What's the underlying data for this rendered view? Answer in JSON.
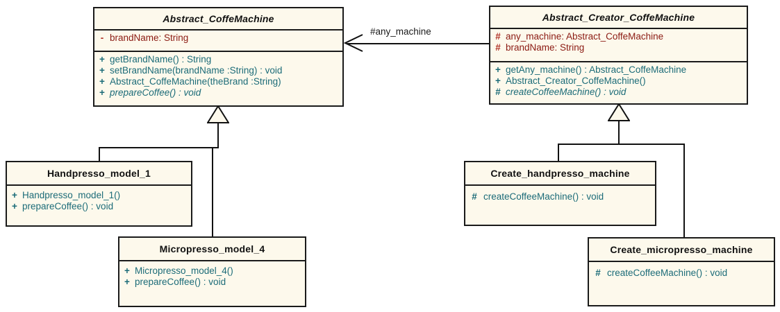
{
  "diagram": {
    "title": "UML class diagram - Abstract Factory / Factory Method coffee machine",
    "colors": {
      "class_fill": "#fdf9ec",
      "border": "#1a1a1a",
      "attribute_text": "#8b1a12",
      "operation_text": "#1b6b78",
      "label_text": "#1a1a1a"
    }
  },
  "classes": {
    "abstract_coffee_machine": {
      "name": "Abstract_CoffeMachine",
      "is_abstract": true,
      "attributes": [
        {
          "visibility": "-",
          "text": "brandName:  String"
        }
      ],
      "operations": [
        {
          "visibility": "+",
          "text": "getBrandName() : String",
          "is_abstract": false
        },
        {
          "visibility": "+",
          "text": "setBrandName(brandName :String) : void",
          "is_abstract": false
        },
        {
          "visibility": "+",
          "text": "Abstract_CoffeMachine(theBrand :String)",
          "is_abstract": false
        },
        {
          "visibility": "+",
          "text": "prepareCoffee() : void",
          "is_abstract": true
        }
      ]
    },
    "abstract_creator_coffee_machine": {
      "name": "Abstract_Creator_CoffeMachine",
      "is_abstract": true,
      "attributes": [
        {
          "visibility": "#",
          "text": "any_machine:  Abstract_CoffeMachine"
        },
        {
          "visibility": "#",
          "text": "brandName:  String"
        }
      ],
      "operations": [
        {
          "visibility": "+",
          "text": "getAny_machine() : Abstract_CoffeMachine",
          "is_abstract": false
        },
        {
          "visibility": "+",
          "text": "Abstract_Creator_CoffeMachine()",
          "is_abstract": false
        },
        {
          "visibility": "#",
          "text": "createCoffeeMachine() : void",
          "is_abstract": true
        }
      ]
    },
    "handpresso_model_1": {
      "name": "Handpresso_model_1",
      "is_abstract": false,
      "attributes": [],
      "operations": [
        {
          "visibility": "+",
          "text": "Handpresso_model_1()",
          "is_abstract": false
        },
        {
          "visibility": "+",
          "text": "prepareCoffee() : void",
          "is_abstract": false
        }
      ]
    },
    "micropresso_model_4": {
      "name": "Micropresso_model_4",
      "is_abstract": false,
      "attributes": [],
      "operations": [
        {
          "visibility": "+",
          "text": "Micropresso_model_4()",
          "is_abstract": false
        },
        {
          "visibility": "+",
          "text": "prepareCoffee() : void",
          "is_abstract": false
        }
      ]
    },
    "create_handpresso_machine": {
      "name": "Create_handpresso_machine",
      "is_abstract": false,
      "attributes": [],
      "operations": [
        {
          "visibility": "#",
          "text": "createCoffeeMachine() : void",
          "is_abstract": false
        }
      ]
    },
    "create_micropresso_machine": {
      "name": "Create_micropresso_machine",
      "is_abstract": false,
      "attributes": [],
      "operations": [
        {
          "visibility": "#",
          "text": "createCoffeeMachine() : void",
          "is_abstract": false
        }
      ]
    }
  },
  "relationships": {
    "association": {
      "label": "#any_machine",
      "from": "Abstract_Creator_CoffeMachine",
      "to": "Abstract_CoffeMachine",
      "kind": "directed-association"
    },
    "generalizations": [
      {
        "child": "Handpresso_model_1",
        "parent": "Abstract_CoffeMachine"
      },
      {
        "child": "Micropresso_model_4",
        "parent": "Abstract_CoffeMachine"
      },
      {
        "child": "Create_handpresso_machine",
        "parent": "Abstract_Creator_CoffeMachine"
      },
      {
        "child": "Create_micropresso_machine",
        "parent": "Abstract_Creator_CoffeMachine"
      }
    ]
  }
}
